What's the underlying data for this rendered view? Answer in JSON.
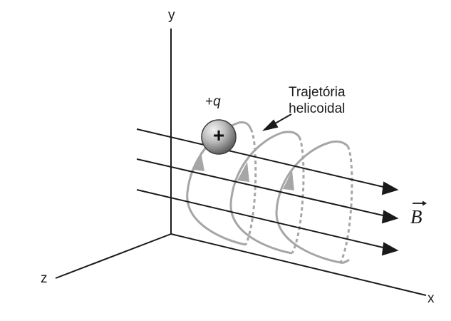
{
  "figure": {
    "axes": {
      "x": "x",
      "y": "y",
      "z": "z"
    },
    "charge_label_sign": "+",
    "charge_label_symbol": "q",
    "charge_symbol": "+",
    "callout_line1": "Trajetória",
    "callout_line2": "helicoidal",
    "field_symbol": "B",
    "colors": {
      "ink": "#1a1a1a",
      "trajectory": "#a6a6a6",
      "sphere_light": "#e6e6e6",
      "sphere_dark": "#5a5a5a"
    }
  }
}
